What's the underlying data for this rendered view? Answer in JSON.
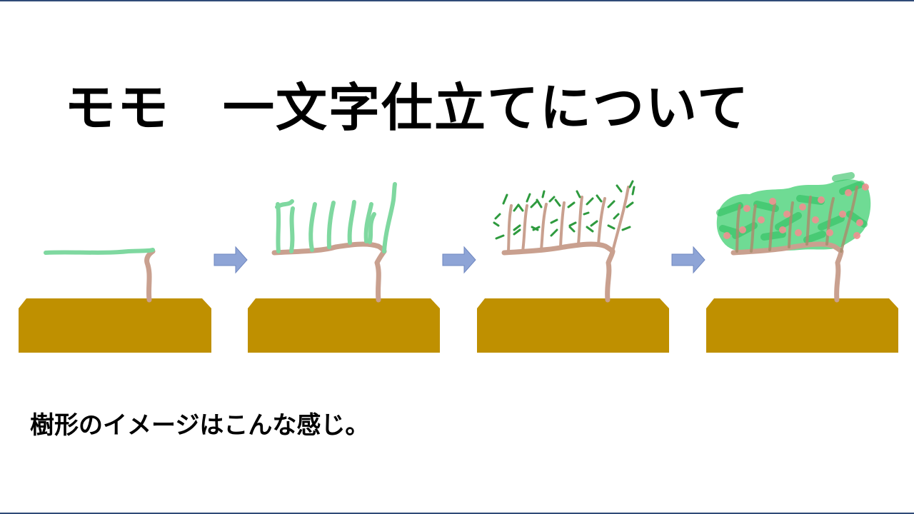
{
  "slide": {
    "title": "モモ　一文字仕立てについて",
    "caption": "樹形のイメージはこんな感じ。"
  },
  "colors": {
    "soil": "#bf9000",
    "trunk": "#c9a08f",
    "new_shoot": "#7fd8a0",
    "leaf": "#2e9a3e",
    "foliage": "#3fcf70",
    "fruit": "#f09090",
    "arrow": "#8ea4d6",
    "arrow_stroke": "#6f87c0",
    "frame": "#2f4b77"
  },
  "stages": [
    {
      "name": "stage-1-single-shoot"
    },
    {
      "name": "stage-2-upright-shoots"
    },
    {
      "name": "stage-3-leafing-branches"
    },
    {
      "name": "stage-4-fruiting-canopy"
    }
  ]
}
